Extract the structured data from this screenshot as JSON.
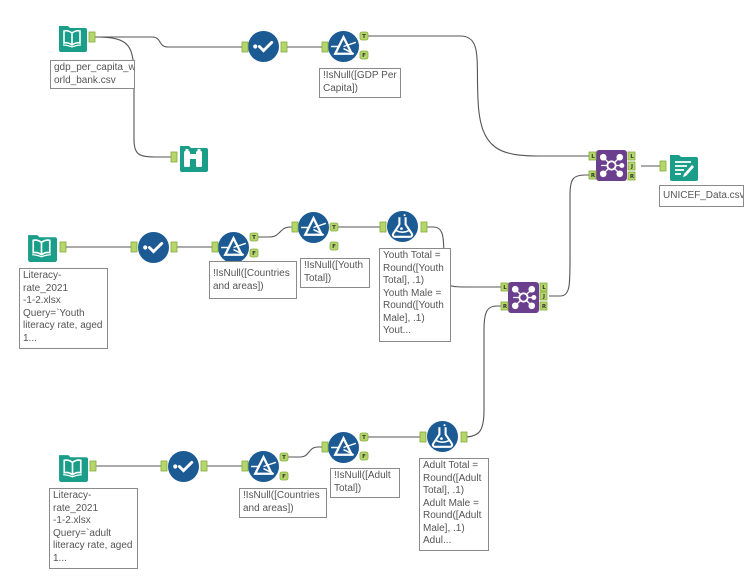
{
  "colors": {
    "input_output": "#1a9d89",
    "preparation": "#1c5a94",
    "join": "#6b3f8e",
    "anchor": "#b5d66a",
    "wire": "#555555"
  },
  "anchors": {
    "true": "T",
    "false": "F",
    "left": "L",
    "join": "J",
    "right": "R"
  },
  "annotations": {
    "gdp_input": "gdp_per_capita_w\norld_bank.csv",
    "gdp_filter": "!IsNull([GDP Per\nCapita])",
    "output": "UNICEF_Data.csv",
    "youth_input": "Literacy-rate_2021\n-1-2.xlsx\nQuery=`Youth\nliteracy rate, aged\n1...",
    "youth_filter1": "!IsNull([Countries\nand areas])",
    "youth_filter2": "!IsNull([Youth\nTotal])",
    "youth_formula": "Youth Total =\nRound([Youth\nTotal], .1)\nYouth Male =\nRound([Youth\nMale], .1)\nYout...",
    "adult_input": "Literacy-rate_2021\n-1-2.xlsx\nQuery=`adult\nliteracy rate, aged\n1...",
    "adult_filter1": "!IsNull([Countries\nand areas])",
    "adult_filter2": "!IsNull([Adult\nTotal])",
    "adult_formula": "Adult Total =\nRound([Adult\nTotal], .1)\nAdult Male =\nRound([Adult\nMale], .1)\nAdul..."
  }
}
